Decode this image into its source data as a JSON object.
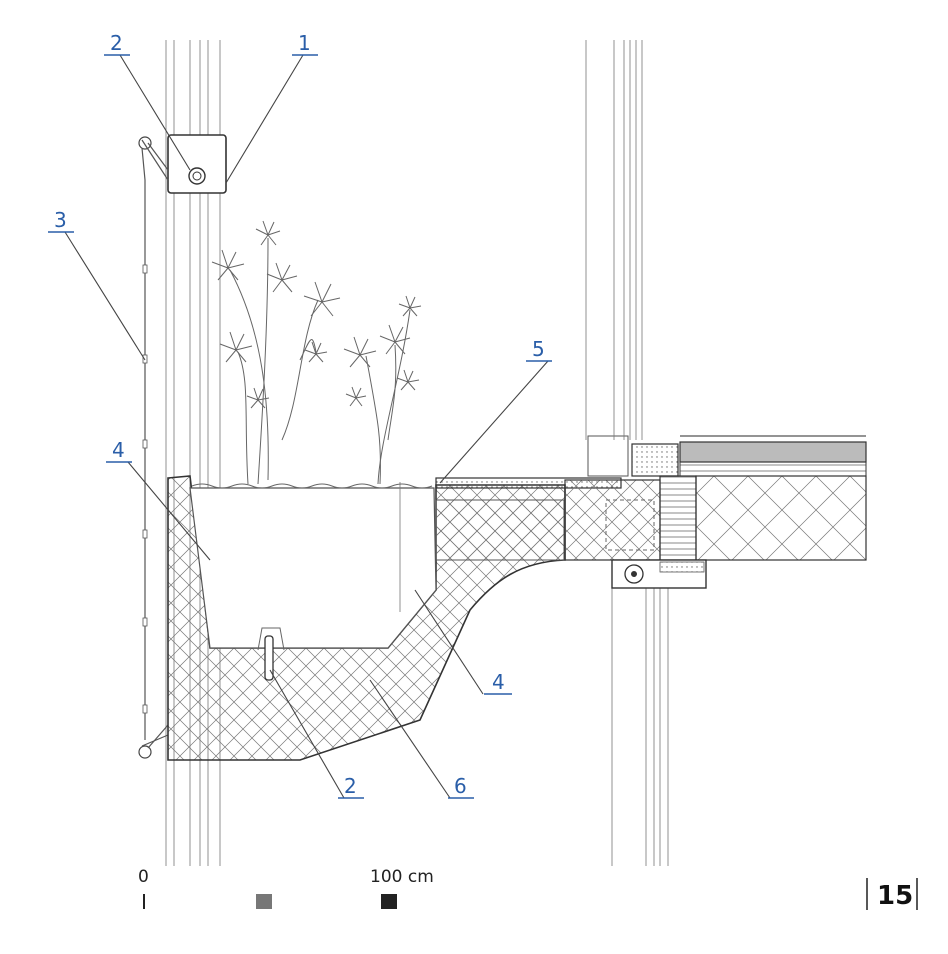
{
  "labels": [
    {
      "id": "callout-1",
      "text": "1"
    },
    {
      "id": "callout-2-top",
      "text": "2"
    },
    {
      "id": "callout-3",
      "text": "3"
    },
    {
      "id": "callout-4-left",
      "text": "4"
    },
    {
      "id": "callout-5",
      "text": "5"
    },
    {
      "id": "callout-4-right",
      "text": "4"
    },
    {
      "id": "callout-2-bottom",
      "text": "2"
    },
    {
      "id": "callout-6",
      "text": "6"
    }
  ],
  "scale": {
    "start": "0",
    "end": "100 cm"
  },
  "page_number": "15",
  "colors": {
    "callout": "#2a5ea8",
    "line": "#555555",
    "scale_mid": "#777777",
    "scale_end": "#222222"
  }
}
